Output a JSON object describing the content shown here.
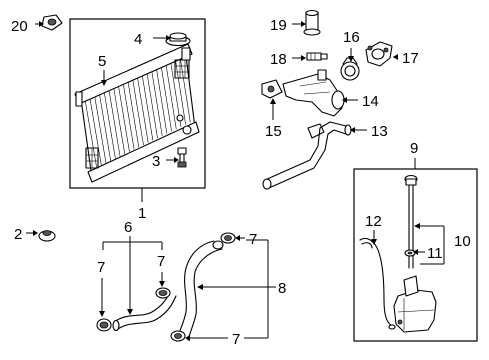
{
  "callouts": {
    "c1": "1",
    "c2": "2",
    "c3": "3",
    "c4": "4",
    "c5": "5",
    "c6": "6",
    "c7a": "7",
    "c7b": "7",
    "c7c": "7",
    "c7d": "7",
    "c8": "8",
    "c9": "9",
    "c10": "10",
    "c11": "11",
    "c12": "12",
    "c13": "13",
    "c14": "14",
    "c15": "15",
    "c16": "16",
    "c17": "17",
    "c18": "18",
    "c19": "19",
    "c20": "20"
  },
  "colors": {
    "line": "#000000",
    "background": "#ffffff"
  }
}
